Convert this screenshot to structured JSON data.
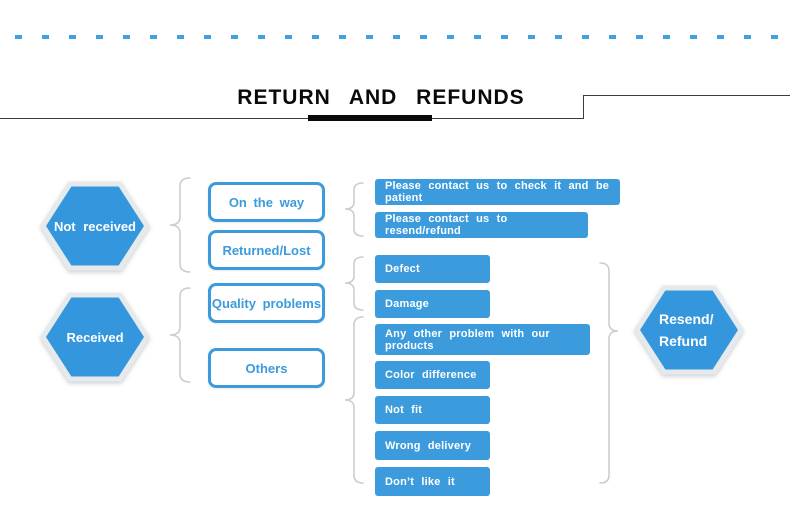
{
  "header": {
    "title": "RETURN AND REFUNDS"
  },
  "flow": {
    "left_nodes": [
      {
        "label": "Not received"
      },
      {
        "label": "Received"
      }
    ],
    "mid_nodes": [
      {
        "label": "On the way"
      },
      {
        "label": "Returned/Lost"
      },
      {
        "label": "Quality problems"
      },
      {
        "label": "Others"
      }
    ],
    "right_nodes": [
      {
        "label": "Please contact us to check it and be patient"
      },
      {
        "label": "Please contact us to resend/refund"
      },
      {
        "label": "Defect"
      },
      {
        "label": "Damage"
      },
      {
        "label": "Any other problem with our products"
      },
      {
        "label": "Color difference"
      },
      {
        "label": "Not fit"
      },
      {
        "label": "Wrong delivery"
      },
      {
        "label": "Don’t like it"
      }
    ],
    "result_node": {
      "line1": "Resend/",
      "line2": "Refund"
    }
  },
  "colors": {
    "accent_blue": "#3b9bdc",
    "hexagon_blue": "#3497de",
    "hexagon_edge": "#e7eaed",
    "brace_gray": "#c9cdd2",
    "dotted_blue": "#3fa0e2",
    "line_dark": "#3c3c3c",
    "title_black": "#0a0a0a"
  }
}
